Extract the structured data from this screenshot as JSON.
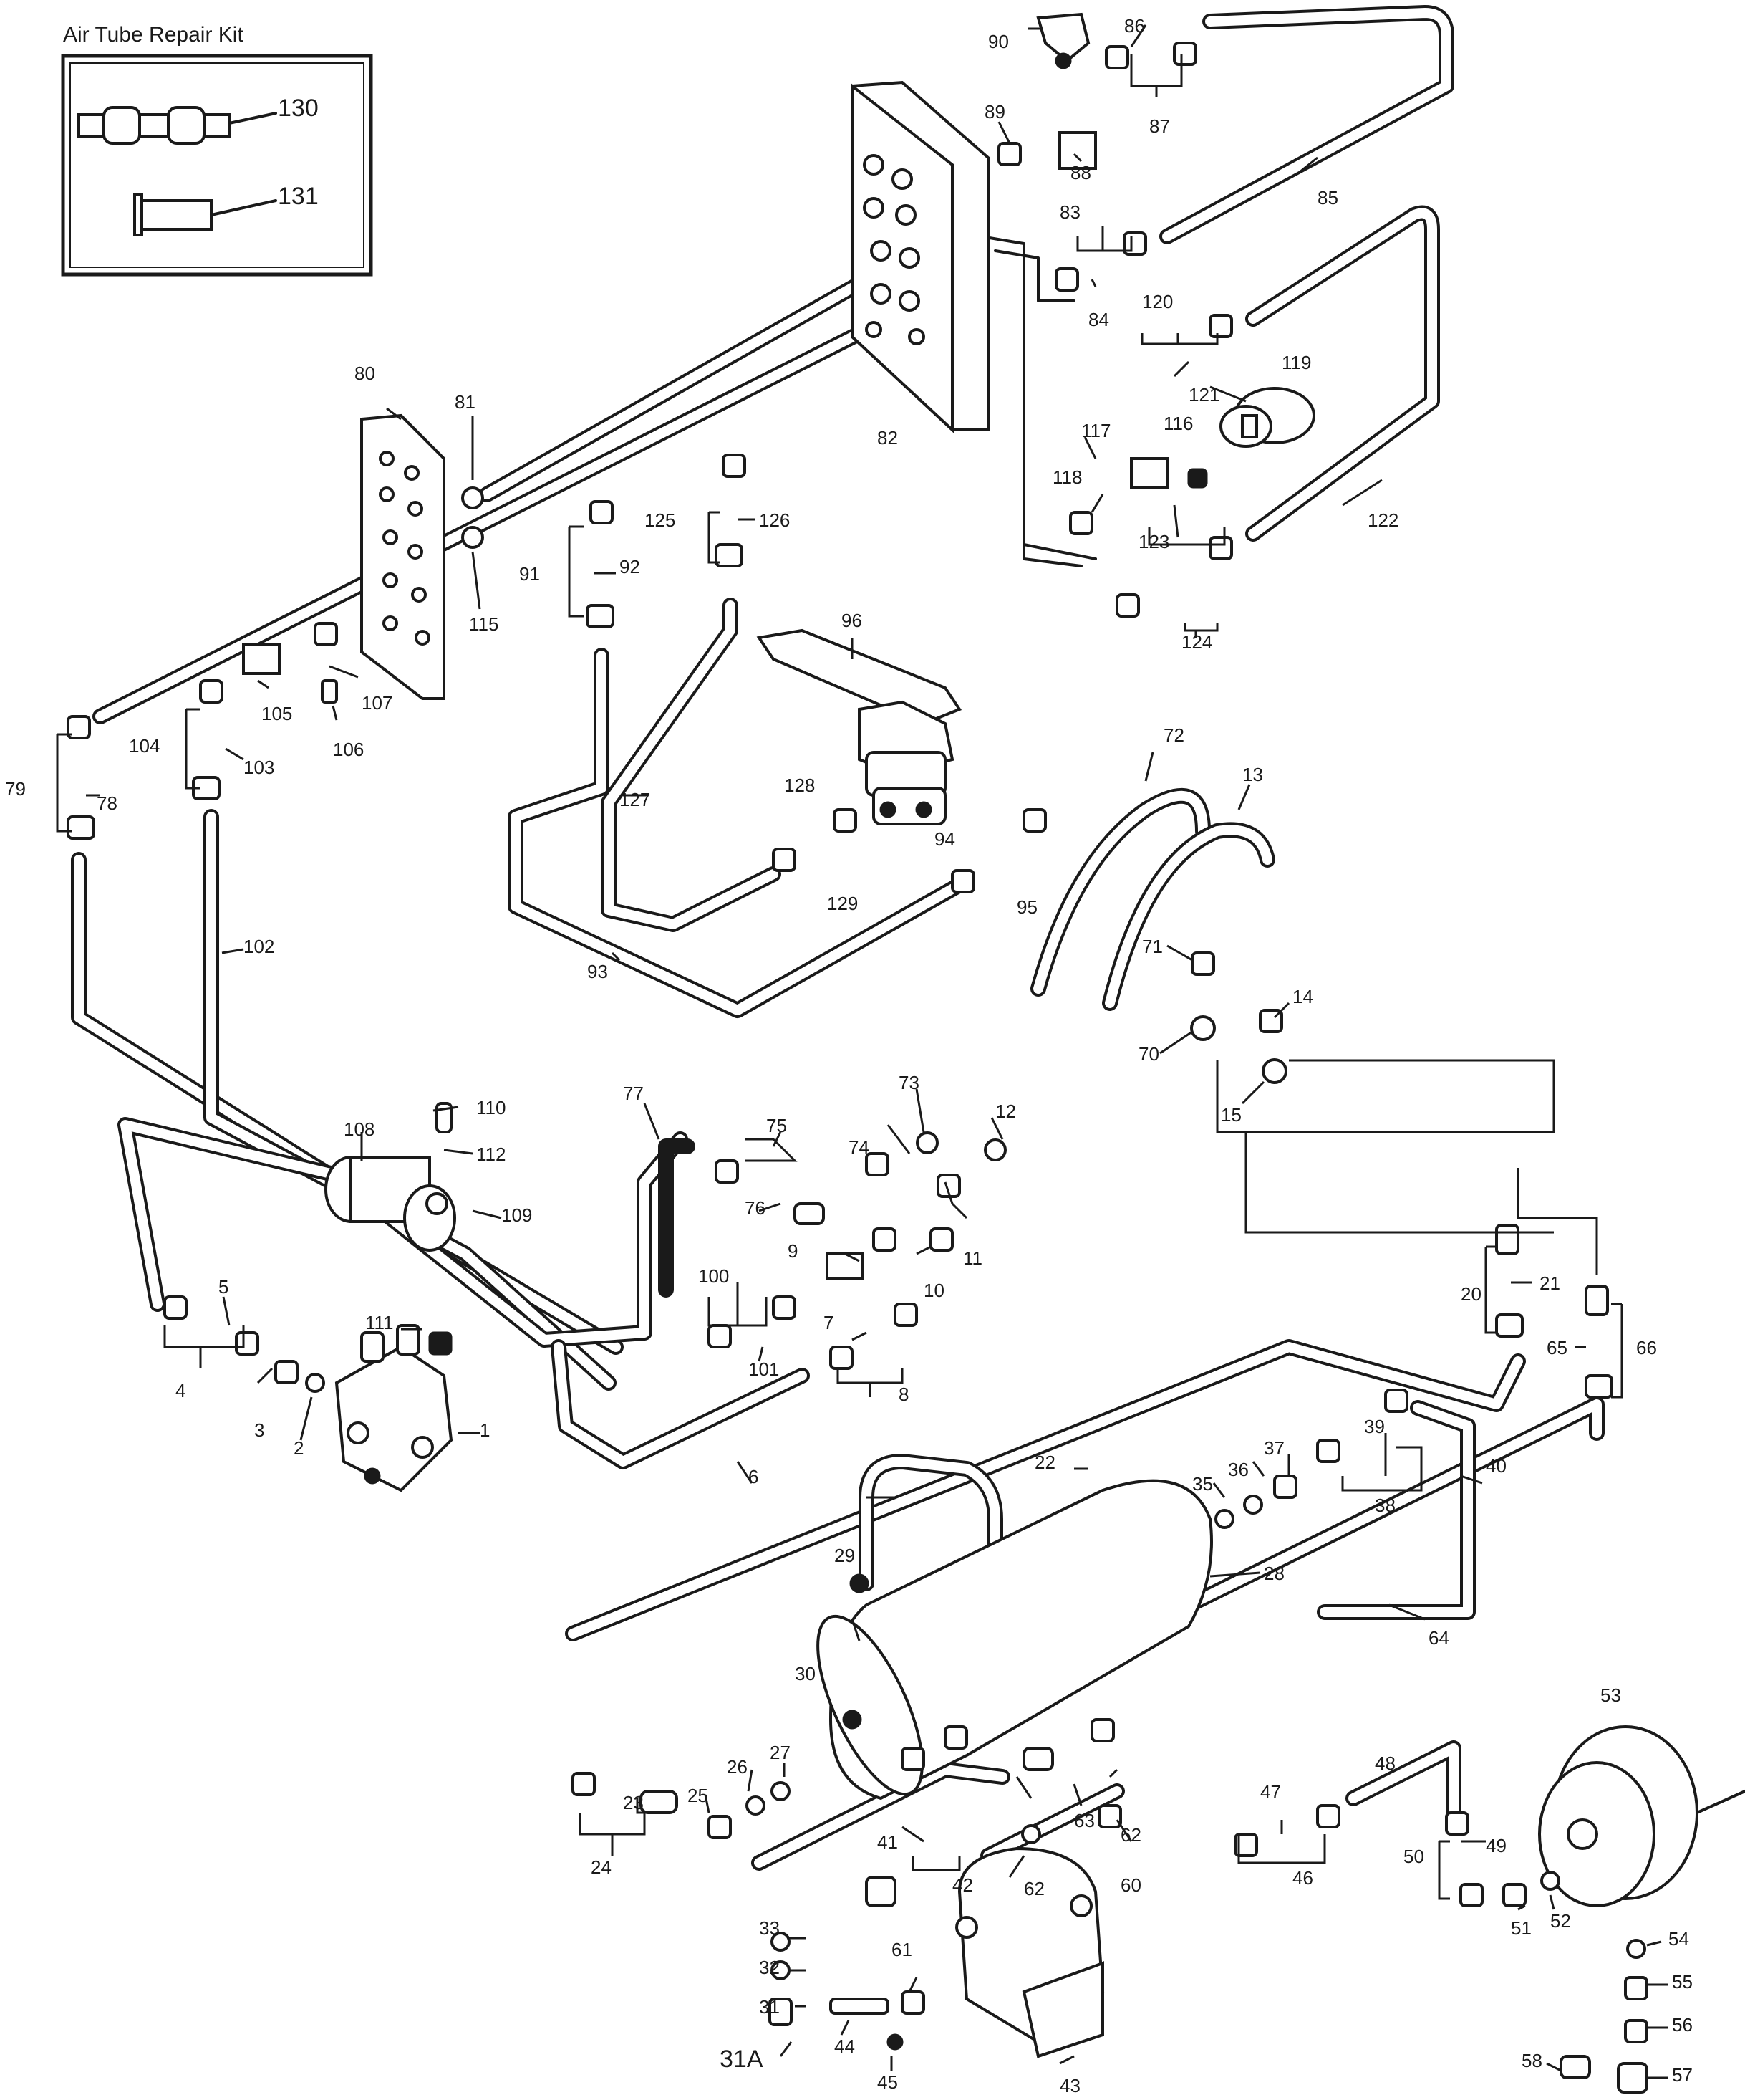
{
  "kit": {
    "title": "Air Tube Repair Kit"
  },
  "callouts": {
    "c1": "1",
    "c2": "2",
    "c3": "3",
    "c4": "4",
    "c5": "5",
    "c6": "6",
    "c7": "7",
    "c8": "8",
    "c9": "9",
    "c10": "10",
    "c11": "11",
    "c12": "12",
    "c13": "13",
    "c14": "14",
    "c15": "15",
    "c20": "20",
    "c21": "21",
    "c22": "22",
    "c23": "23",
    "c24": "24",
    "c25": "25",
    "c26": "26",
    "c27": "27",
    "c28": "28",
    "c29": "29",
    "c30": "30",
    "c31": "31",
    "c31a": "31A",
    "c32": "32",
    "c33": "33",
    "c35": "35",
    "c36": "36",
    "c37": "37",
    "c38": "38",
    "c39": "39",
    "c40": "40",
    "c41": "41",
    "c42": "42",
    "c43": "43",
    "c44": "44",
    "c45": "45",
    "c46": "46",
    "c47": "47",
    "c48": "48",
    "c49": "49",
    "c50": "50",
    "c51": "51",
    "c52": "52",
    "c53": "53",
    "c54": "54",
    "c55": "55",
    "c56": "56",
    "c57": "57",
    "c58": "58",
    "c60": "60",
    "c61": "61",
    "c62a": "62",
    "c62b": "62",
    "c63": "63",
    "c64": "64",
    "c65": "65",
    "c66": "66",
    "c70": "70",
    "c71": "71",
    "c72": "72",
    "c73": "73",
    "c74": "74",
    "c75": "75",
    "c76": "76",
    "c77": "77",
    "c78": "78",
    "c79": "79",
    "c80": "80",
    "c81": "81",
    "c82": "82",
    "c83": "83",
    "c84": "84",
    "c85": "85",
    "c86": "86",
    "c87": "87",
    "c88": "88",
    "c89": "89",
    "c90": "90",
    "c91": "91",
    "c92": "92",
    "c93": "93",
    "c94": "94",
    "c95": "95",
    "c96": "96",
    "c100": "100",
    "c101": "101",
    "c102": "102",
    "c103": "103",
    "c104": "104",
    "c105": "105",
    "c106": "106",
    "c107": "107",
    "c108": "108",
    "c109": "109",
    "c110": "110",
    "c111": "111",
    "c112": "112",
    "c115": "115",
    "c116": "116",
    "c117": "117",
    "c118": "118",
    "c119": "119",
    "c120": "120",
    "c121": "121",
    "c122": "122",
    "c123": "123",
    "c124": "124",
    "c125": "125",
    "c126": "126",
    "c127": "127",
    "c128": "128",
    "c129": "129",
    "c130": "130",
    "c131": "131"
  }
}
